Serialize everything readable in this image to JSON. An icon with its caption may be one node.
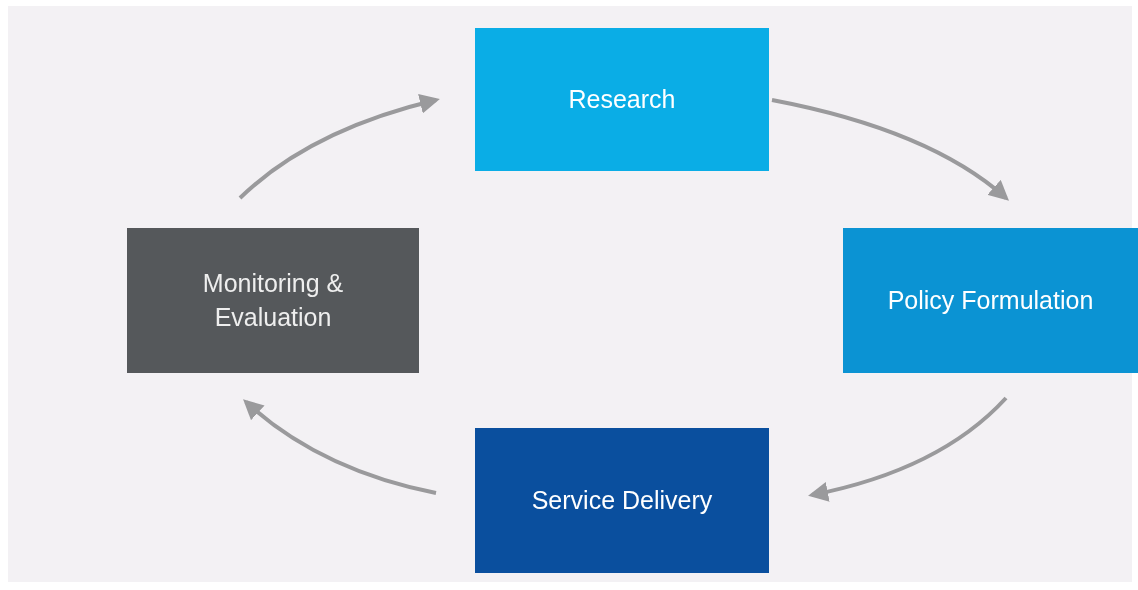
{
  "diagram": {
    "nodes": [
      {
        "text": [
          "Research"
        ]
      },
      {
        "text": [
          "Policy Formulation"
        ]
      },
      {
        "text": [
          "Service Delivery"
        ]
      },
      {
        "text": [
          "Monitoring & Evaluation"
        ]
      }
    ],
    "edges": [
      {
        "from": 0,
        "to": 1,
        "arrow": "to"
      },
      {
        "from": 1,
        "to": 2,
        "arrow": "to"
      },
      {
        "from": 2,
        "to": 3,
        "arrow": "to"
      },
      {
        "from": 3,
        "to": 0,
        "arrow": "to"
      }
    ]
  }
}
